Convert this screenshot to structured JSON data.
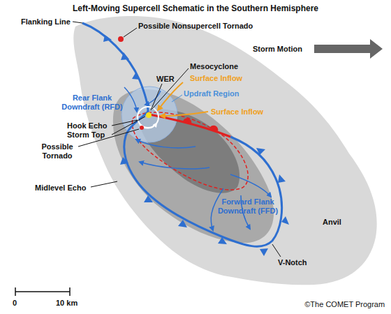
{
  "diagram": {
    "title": "Left-Moving Supercell Schematic in the Southern Hemisphere",
    "labels": [
      "Flanking Line",
      "Possible Nonsupercell Tornado",
      "Storm Motion",
      "Mesocyclone",
      "WER",
      "Surface Inflow",
      "Rear Flank Downdraft (RFD)",
      "Updraft Region",
      "Surface Inflow",
      "Hook Echo",
      "Storm Top",
      "Possible Tornado",
      "Midlevel Echo",
      "Forward Flank Downdraft (FFD)",
      "Anvil",
      "V-Notch",
      "0",
      "10 km",
      "©The COMET Program"
    ]
  }
}
